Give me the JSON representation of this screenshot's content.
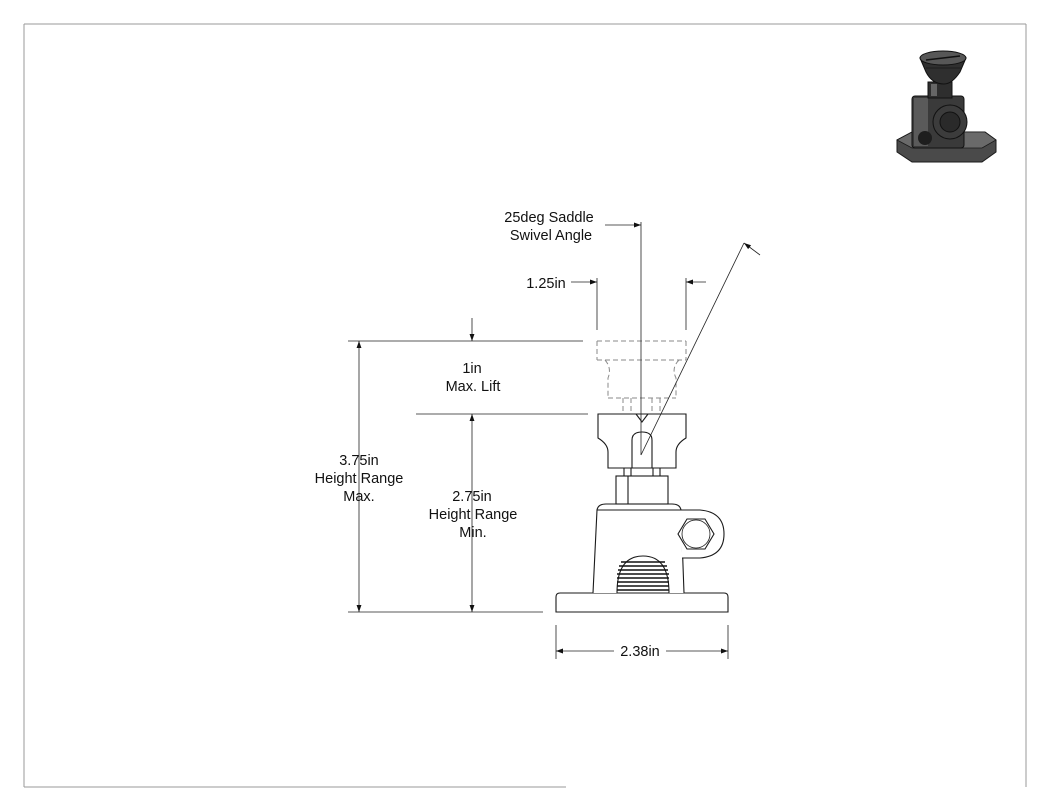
{
  "dimensions": {
    "saddle_swivel": {
      "value": "25deg Saddle",
      "caption": "Swivel Angle"
    },
    "saddle_width": {
      "value": "1.25in"
    },
    "max_lift": {
      "value": "1in",
      "caption": "Max. Lift"
    },
    "height_max": {
      "value": "3.75in",
      "caption_line1": "Height Range",
      "caption_line2": "Max."
    },
    "height_min": {
      "value": "2.75in",
      "caption_line1": "Height Range",
      "caption_line2": "Min."
    },
    "base_width": {
      "value": "2.38in"
    }
  },
  "colors": {
    "line": "#1a1a1a",
    "dim_line": "#222222",
    "hidden_line": "#8a8a8a",
    "frame": "#9a9a9a",
    "iso_dark": "#3a3a3a",
    "iso_mid": "#5a5a5a",
    "iso_light": "#7a7a7a"
  }
}
